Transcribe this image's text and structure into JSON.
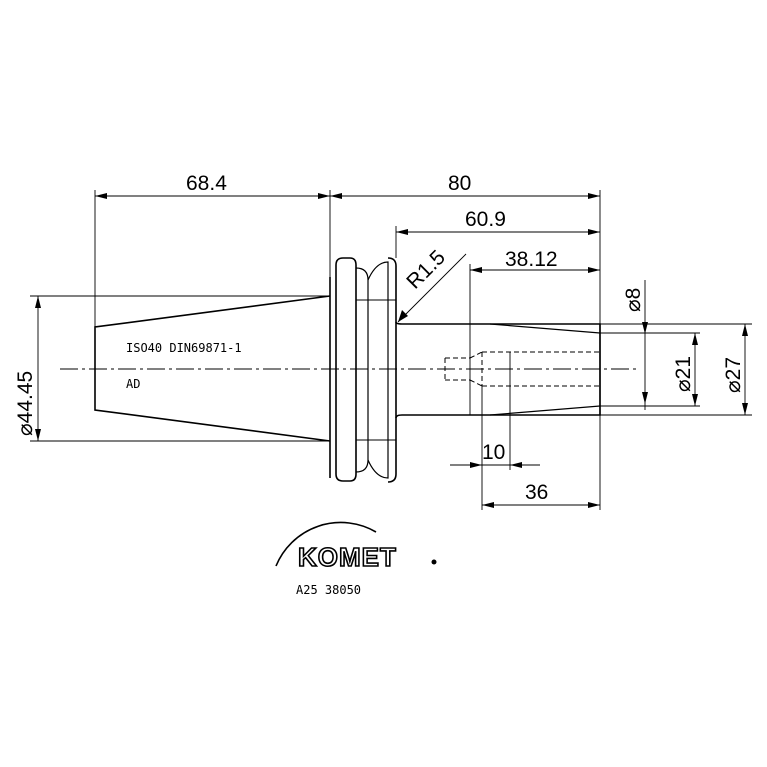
{
  "dimensions": {
    "length_taper": "68.4",
    "length_total": "80",
    "length_neck": "60.9",
    "length_bore": "38.12",
    "radius": "R1.5",
    "dia_taper": "⌀44.45",
    "dia_small": "⌀8",
    "dia_mid": "⌀21",
    "dia_outer": "⌀27",
    "depth_small": "10",
    "depth_bore": "36"
  },
  "labels": {
    "standard": "ISO40 DIN69871-1",
    "form": "AD"
  },
  "logo": {
    "brand": "KOMET",
    "part_number": "A25 38050"
  }
}
